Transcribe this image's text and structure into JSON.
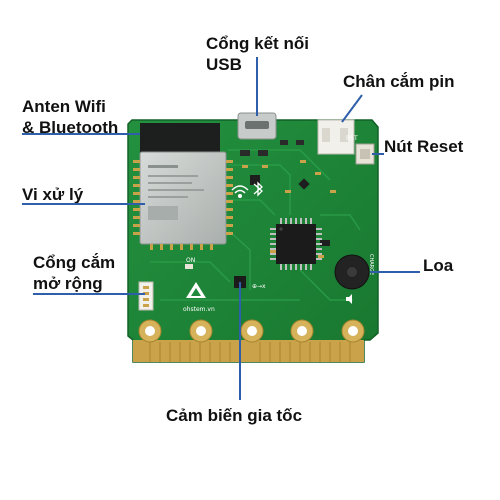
{
  "labels": {
    "usb_line1": "Cổng kết nối",
    "usb_line2": "USB",
    "battery": "Chân cắm pin",
    "antenna_line1": "Anten Wifi",
    "antenna_line2": "& Bluetooth",
    "reset": "Nút Reset",
    "processor": "Vi xử lý",
    "expansion_line1": "Cổng cắm",
    "expansion_line2": "mở rộng",
    "speaker": "Loa",
    "accelerometer": "Cảm biến gia tốc"
  },
  "board_text": {
    "brand": "ohstem.vn",
    "rst": "RST",
    "on": "ON",
    "charge": "CHARGE"
  },
  "colors": {
    "pcb_green": "#1f8a3b",
    "pcb_dark": "#156b2c",
    "gold": "#c9a24a",
    "pointer_line": "#2f5faa",
    "module_metal": "#bfc5c2",
    "module_antenna": "#1d1f1e"
  }
}
